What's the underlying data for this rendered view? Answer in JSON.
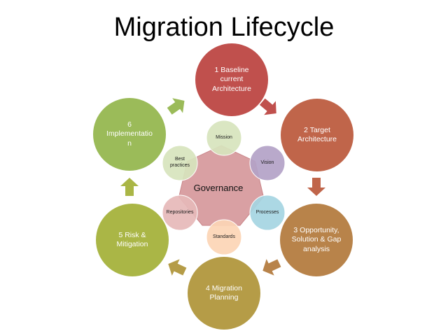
{
  "title": "Migration Lifecycle",
  "center": {
    "label": "Governance",
    "color": "#d9a0a3"
  },
  "stages": [
    {
      "label": "1 Baseline\ncurrent\nArchitecture",
      "color": "#c0504d"
    },
    {
      "label": "2 Target\nArchitecture",
      "color": "#c0654a"
    },
    {
      "label": "3 Opportunity,\nSolution & Gap\nanalysis",
      "color": "#b8834a"
    },
    {
      "label": "4 Migration\nPlanning",
      "color": "#b59c47"
    },
    {
      "label": "5 Risk &\nMitigation",
      "color": "#aab646"
    },
    {
      "label": "6\nImplementatio\nn",
      "color": "#9bbb59"
    }
  ],
  "items": [
    {
      "label": "Mission",
      "color": "#d7e4bd"
    },
    {
      "label": "Vision",
      "color": "#b3a2c7"
    },
    {
      "label": "Processes",
      "color": "#a5d5e2"
    },
    {
      "label": "Standards",
      "color": "#fcd5b5"
    },
    {
      "label": "Repositories",
      "color": "#e6b9b8"
    },
    {
      "label": "Best\npractices",
      "color": "#d7e4bd"
    }
  ],
  "arrow_colors": [
    "#c0504d",
    "#c0654a",
    "#b8834a",
    "#b59c47",
    "#aab646",
    "#9bbb59"
  ]
}
